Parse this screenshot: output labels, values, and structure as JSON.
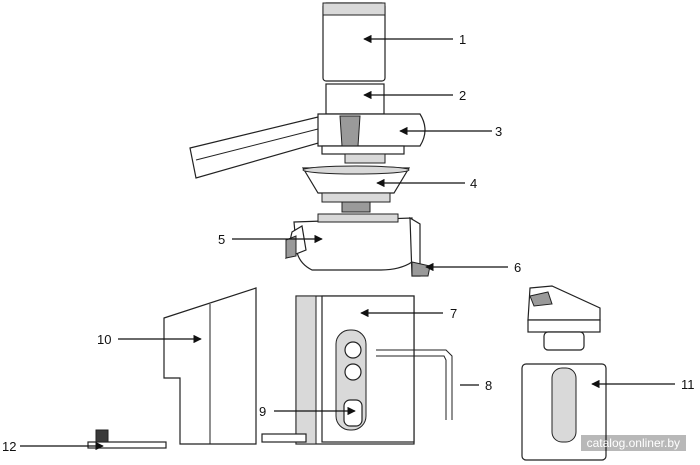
{
  "callouts": [
    {
      "id": "1",
      "label": "1"
    },
    {
      "id": "2",
      "label": "2"
    },
    {
      "id": "3",
      "label": "3"
    },
    {
      "id": "4",
      "label": "4"
    },
    {
      "id": "5",
      "label": "5"
    },
    {
      "id": "6",
      "label": "6"
    },
    {
      "id": "7",
      "label": "7"
    },
    {
      "id": "8",
      "label": "8"
    },
    {
      "id": "9",
      "label": "9"
    },
    {
      "id": "10",
      "label": "10"
    },
    {
      "id": "11",
      "label": "11"
    },
    {
      "id": "12",
      "label": "12"
    }
  ],
  "watermark": "catalog.onliner.by"
}
